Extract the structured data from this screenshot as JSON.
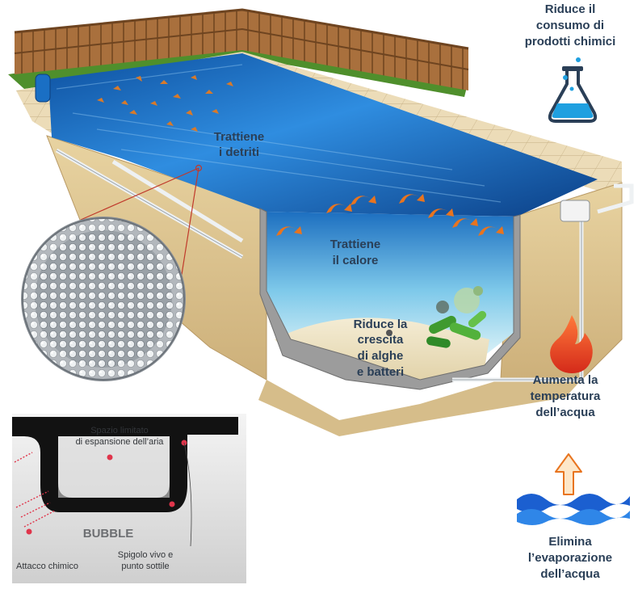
{
  "labels": {
    "chemicals": [
      "Riduce il",
      "consumo di",
      "prodotti chimici"
    ],
    "debris": [
      "Trattiene",
      "i detriti"
    ],
    "heat": [
      "Trattiene",
      "il calore"
    ],
    "algae": [
      "Riduce la",
      "crescita",
      "di alghe",
      "e batteri"
    ],
    "temperature": [
      "Aumenta la",
      "temperatura",
      "dell’acqua"
    ],
    "evaporation": [
      "Elimina",
      "l’evaporazione",
      "dell’acqua"
    ]
  },
  "bubble_diagram": {
    "title": "BUBBLE",
    "space_label": [
      "Spazio limitato",
      "di espansione dell’aria"
    ],
    "chemical_attack": "Attacco chimico",
    "edge_label": [
      "Spigolo vivo e",
      "punto sottile"
    ]
  },
  "icons": [
    "flask-icon",
    "flame-icon",
    "waves-icon",
    "arrow-up-icon"
  ],
  "colors": {
    "label_text": "#2a3f57",
    "pool_water": "#1e6fb8",
    "fence": "#a9703d",
    "deck": "#e9d8b4",
    "flame": "#e8412a",
    "waves": "#1b5fd0",
    "callout_line": "#c0392b"
  }
}
